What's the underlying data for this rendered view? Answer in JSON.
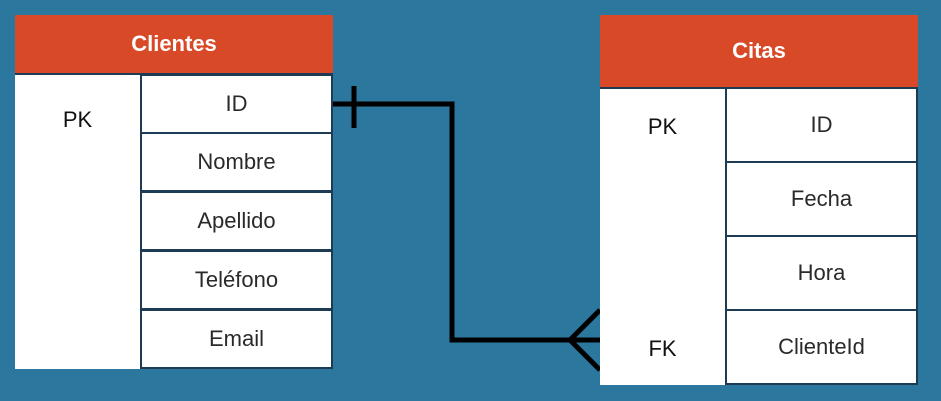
{
  "colors": {
    "background": "#2B779E",
    "header": "#D84A27",
    "border": "#1E3B56",
    "line": "#000000"
  },
  "entities": {
    "clientes": {
      "title": "Clientes",
      "pk_label": "PK",
      "fields": [
        "ID",
        "Nombre",
        "Apellido",
        "Teléfono",
        "Email"
      ]
    },
    "citas": {
      "title": "Citas",
      "pk_label": "PK",
      "fk_label": "FK",
      "fields": [
        "ID",
        "Fecha",
        "Hora",
        "ClienteId"
      ]
    }
  },
  "relationship": {
    "from": "Clientes.ID",
    "to": "Citas.ClienteId",
    "from_cardinality": "one",
    "to_cardinality": "many"
  }
}
